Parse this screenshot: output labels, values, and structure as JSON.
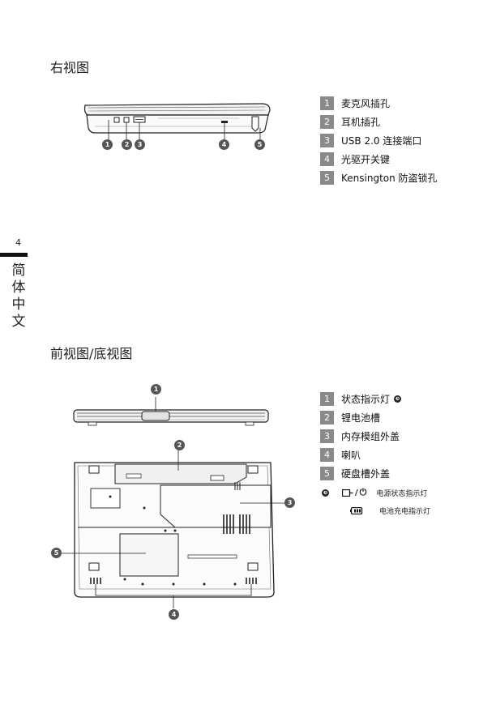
{
  "page_number": "4",
  "side_language": [
    "简",
    "体",
    "中",
    "文"
  ],
  "right_view": {
    "title": "右视图",
    "callouts": [
      "1",
      "2",
      "3",
      "4",
      "5"
    ],
    "legend": [
      {
        "num": "1",
        "label": "麦克风插孔"
      },
      {
        "num": "2",
        "label": "耳机插孔"
      },
      {
        "num": "3",
        "label": "USB 2.0 连接端口"
      },
      {
        "num": "4",
        "label": "光驱开关键"
      },
      {
        "num": "5",
        "label": "Kensington 防盗锁孔"
      }
    ]
  },
  "front_bottom_view": {
    "title": "前视图/底视图",
    "callouts": [
      "1",
      "2",
      "3",
      "4",
      "5"
    ],
    "legend": [
      {
        "num": "1",
        "label": "状态指示灯",
        "note": "❸"
      },
      {
        "num": "2",
        "label": "锂电池槽"
      },
      {
        "num": "3",
        "label": "内存模组外盖"
      },
      {
        "num": "4",
        "label": "喇叭"
      },
      {
        "num": "5",
        "label": "硬盘槽外盖"
      }
    ],
    "indicator_note": {
      "mark": "❸",
      "rows": [
        {
          "icon": "power-icon",
          "symbol": "⏻",
          "separator": "/",
          "label": "电源状态指示灯"
        },
        {
          "icon": "battery-icon",
          "label": "电池充电指示灯"
        }
      ]
    }
  }
}
